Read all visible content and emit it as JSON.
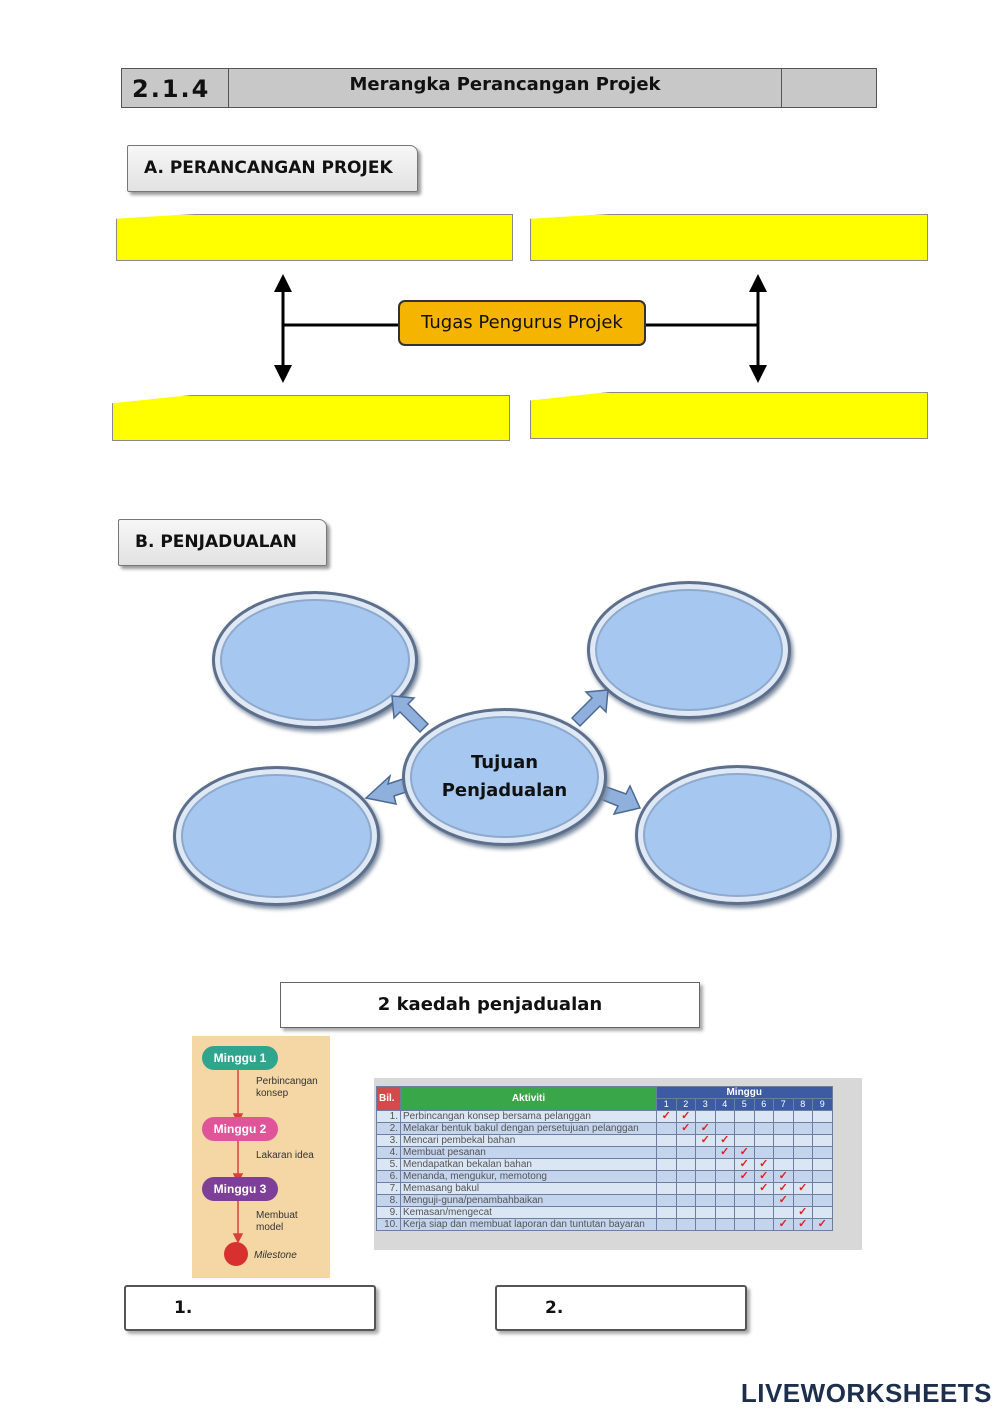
{
  "header": {
    "section_number": "2.1.4",
    "title": "Merangka Perancangan Projek"
  },
  "section_a": {
    "label": "A. PERANCANGAN PROJEK",
    "center_label": "Tugas Pengurus Projek"
  },
  "section_b": {
    "label": "B. PENJADUALAN",
    "center_label_line1": "Tujuan",
    "center_label_line2": "Penjadualan"
  },
  "methods": {
    "title": "2 kaedah penjadualan",
    "answer1_label": "1.",
    "answer2_label": "2."
  },
  "milestone_chart": {
    "steps": [
      {
        "week": "Minggu 1",
        "color": "#2fa58e",
        "text": "Perbincangan konsep"
      },
      {
        "week": "Minggu 2",
        "color": "#e0549a",
        "text": "Lakaran idea"
      },
      {
        "week": "Minggu 3",
        "color": "#7d3f98",
        "text": "Membuat model"
      }
    ],
    "milestone_label": "Milestone"
  },
  "gantt_chart": {
    "col_bil": "Bil.",
    "col_aktiviti": "Aktiviti",
    "col_minggu": "Minggu",
    "weeks": [
      "1",
      "2",
      "3",
      "4",
      "5",
      "6",
      "7",
      "8",
      "9"
    ],
    "rows": [
      {
        "no": "1.",
        "activity": "Perbincangan konsep bersama pelanggan",
        "weeks": [
          1,
          2
        ]
      },
      {
        "no": "2.",
        "activity": "Melakar bentuk bakul dengan persetujuan pelanggan",
        "weeks": [
          2,
          3
        ]
      },
      {
        "no": "3.",
        "activity": "Mencari pembekal bahan",
        "weeks": [
          3,
          4
        ]
      },
      {
        "no": "4.",
        "activity": "Membuat pesanan",
        "weeks": [
          4,
          5
        ]
      },
      {
        "no": "5.",
        "activity": "Mendapatkan bekalan bahan",
        "weeks": [
          5,
          6
        ]
      },
      {
        "no": "6.",
        "activity": "Menanda, mengukur, memotong",
        "weeks": [
          5,
          6,
          7
        ]
      },
      {
        "no": "7.",
        "activity": "Memasang bakul",
        "weeks": [
          6,
          7,
          8
        ]
      },
      {
        "no": "8.",
        "activity": "Menguji-guna/penambahbaikan",
        "weeks": [
          7
        ]
      },
      {
        "no": "9.",
        "activity": "Kemasan/mengecat",
        "weeks": [
          8
        ]
      },
      {
        "no": "10.",
        "activity": "Kerja siap dan membuat laporan dan tuntutan bayaran",
        "weeks": [
          7,
          8,
          9
        ]
      }
    ],
    "check_mark": "✓"
  },
  "footer": {
    "brand": "LIVEWORKSHEETS"
  }
}
